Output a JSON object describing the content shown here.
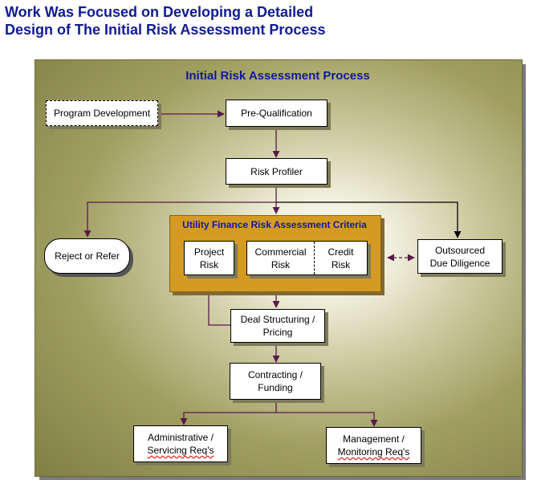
{
  "slide": {
    "title_line1": "Work Was Focused on Developing a Detailed",
    "title_line2": "Design of The Initial Risk Assessment Process"
  },
  "diagram": {
    "title": "Initial Risk Assessment Process",
    "nodes": {
      "program_development": "Program Development",
      "pre_qualification": "Pre-Qualification",
      "risk_profiler": "Risk Profiler",
      "reject_or_refer": "Reject or Refer",
      "outsourced_due_diligence": [
        "Outsourced",
        "Due Diligence"
      ],
      "deal_structuring": [
        "Deal Structuring /",
        "Pricing"
      ],
      "contracting": [
        "Contracting /",
        "Funding"
      ],
      "administrative": [
        "Administrative /",
        "Servicing Req's"
      ],
      "management": [
        "Management /",
        "Monitoring Req's"
      ]
    },
    "criteria": {
      "title": "Utility Finance Risk Assessment Criteria",
      "project_risk": [
        "Project",
        "Risk"
      ],
      "commercial_risk": [
        "Commercial",
        "Risk"
      ],
      "credit_risk": [
        "Credit",
        "Risk"
      ]
    },
    "colors": {
      "title_blue": "#101a96",
      "connector": "#5a1a4a",
      "criteria_fill": "#d49a22",
      "panel_olive": "#a19e62"
    }
  }
}
